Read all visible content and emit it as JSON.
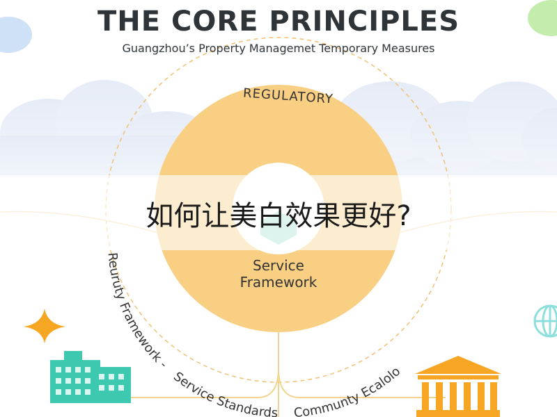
{
  "header": {
    "title": "THE CORE PRINCIPLES",
    "subtitle": "Guangzhou’s Property Managemet Temporary Measures"
  },
  "diagram": {
    "top_label": "REGULATORY",
    "center_line1": "Service",
    "center_line2": "Framework",
    "left_arc_label": "Reuruty Framework -",
    "bottom_arc_label": "Service Standards",
    "right_arc_label": "Communty Ecalolo"
  },
  "overlay": {
    "question": "如何让美白效果更好?"
  },
  "icons": {
    "left_star": "sparkle-icon",
    "left_building": "office-building-icon",
    "right_building": "government-building-icon",
    "right_globe": "globe-icon",
    "top_left_blob": "cloud-blob-icon",
    "top_right_blob": "cloud-blob-icon"
  },
  "colors": {
    "circle_fill": "#f9cf83",
    "accent_orange": "#f6a623",
    "teal": "#3cc9b0",
    "title_text": "#2f3438"
  }
}
